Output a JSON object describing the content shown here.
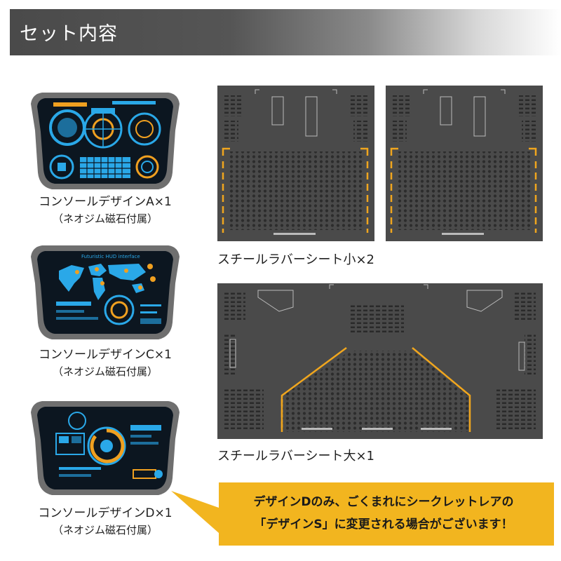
{
  "header": {
    "title": "セット内容"
  },
  "consoles": [
    {
      "name": "コンソールデザインA×1",
      "note": "（ネオジム磁石付属）"
    },
    {
      "name": "コンソールデザインC×1",
      "note": "（ネオジム磁石付属）",
      "screen_label": "Futuristic HUD interface"
    },
    {
      "name": "コンソールデザインD×1",
      "note": "（ネオジム磁石付属）"
    }
  ],
  "sheets": {
    "small_caption": "スチールラバーシート小×2",
    "large_caption": "スチールラバーシート大×1"
  },
  "notice": {
    "line1": "デザインDのみ、ごくまれにシークレットレアの",
    "line2": "「デザインS」に変更される場合がございます！"
  },
  "colors": {
    "header_dark": "#4a4a4a",
    "console_frame": "#6f6f6f",
    "screen_bg": "#0c1620",
    "hud_cyan": "#2aa8e8",
    "hud_orange": "#f0a020",
    "sheet_bg": "#4a4a4a",
    "sheet_orange": "#f0a61e",
    "notice_bg": "#f2b51f"
  }
}
